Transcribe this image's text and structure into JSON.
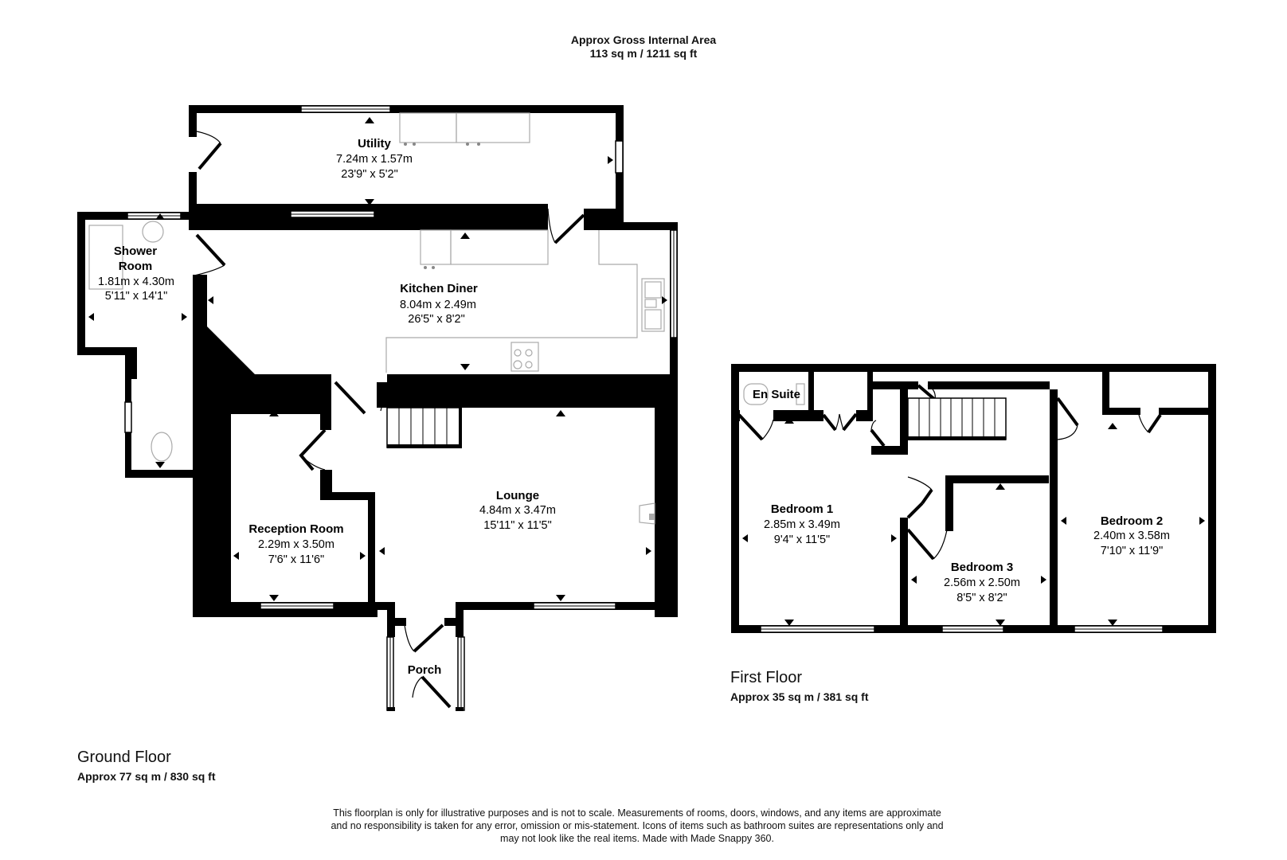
{
  "header": {
    "title": "Approx Gross Internal Area",
    "area": "113 sq m / 1211 sq ft"
  },
  "ground_floor": {
    "label": "Ground Floor",
    "area": "Approx 77 sq m / 830 sq ft",
    "rooms": [
      {
        "name": "Utility",
        "metric": "7.24m x 1.57m",
        "imperial": "23'9\" x 5'2\""
      },
      {
        "name_line1": "Shower",
        "name_line2": "Room",
        "metric": "1.81m x 4.30m",
        "imperial": "5'11\" x 14'1\""
      },
      {
        "name": "Kitchen Diner",
        "metric": "8.04m x 2.49m",
        "imperial": "26'5\" x 8'2\""
      },
      {
        "name": "Reception Room",
        "metric": "2.29m x 3.50m",
        "imperial": "7'6\" x 11'6\""
      },
      {
        "name": "Lounge",
        "metric": "4.84m x 3.47m",
        "imperial": "15'11\" x 11'5\""
      },
      {
        "name": "Porch"
      }
    ]
  },
  "first_floor": {
    "label": "First Floor",
    "area": "Approx 35 sq m / 381 sq ft",
    "rooms": [
      {
        "name": "En Suite"
      },
      {
        "name": "Bedroom 1",
        "metric": "2.85m x 3.49m",
        "imperial": "9'4\" x 11'5\""
      },
      {
        "name": "Bedroom 3",
        "metric": "2.56m x 2.50m",
        "imperial": "8'5\" x 8'2\""
      },
      {
        "name": "Bedroom 2",
        "metric": "2.40m x 3.58m",
        "imperial": "7'10\" x 11'9\""
      }
    ]
  },
  "disclaimer": {
    "line1": "This floorplan is only for illustrative purposes and is not to scale. Measurements of rooms, doors, windows, and any items are approximate",
    "line2": "and no responsibility is taken for any error, omission or mis-statement. Icons of items such as bathroom suites are representations only and",
    "line3": "may not look like the real items. Made with Made Snappy 360."
  },
  "colors": {
    "wall": "#000000",
    "fixture": "#aaaaaa",
    "background": "#ffffff"
  }
}
